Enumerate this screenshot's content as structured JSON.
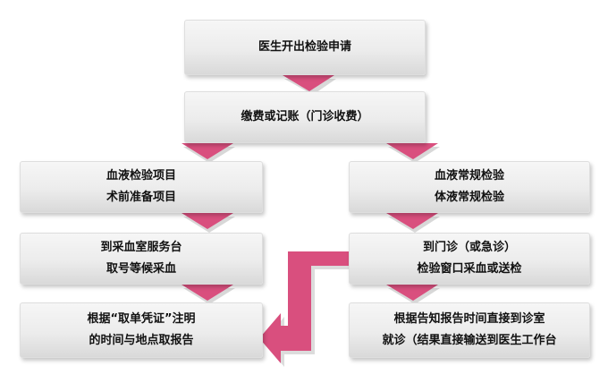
{
  "colors": {
    "arrow": "#d94f7e",
    "arrow_shadow": "#b9b9b9",
    "box_top": "#f6f6f6",
    "box_bottom": "#d9d9d9",
    "text": "#111111"
  },
  "nodes": {
    "apply": {
      "lines": [
        "医生开出检验申请"
      ]
    },
    "pay": {
      "lines": [
        "缴费或记账（门诊收费）"
      ]
    },
    "blood_test": {
      "lines": [
        "血液检验项目",
        "术前准备项目"
      ]
    },
    "routine": {
      "lines": [
        "血液常规检验",
        "体液常规检验"
      ]
    },
    "sampling_room": {
      "lines": [
        "到采血室服务台",
        "取号等候采血"
      ]
    },
    "clinic": {
      "lines": [
        "到门诊（或急诊）",
        "检验窗口采血或送检"
      ]
    },
    "pickup": {
      "lines": [
        "根据“取单凭证”注明",
        "的时间与地点取报告"
      ]
    },
    "direct": {
      "lines": [
        "根据告知报告时间直接到诊室",
        "就诊（结果直接输送到医生工作台"
      ]
    }
  }
}
